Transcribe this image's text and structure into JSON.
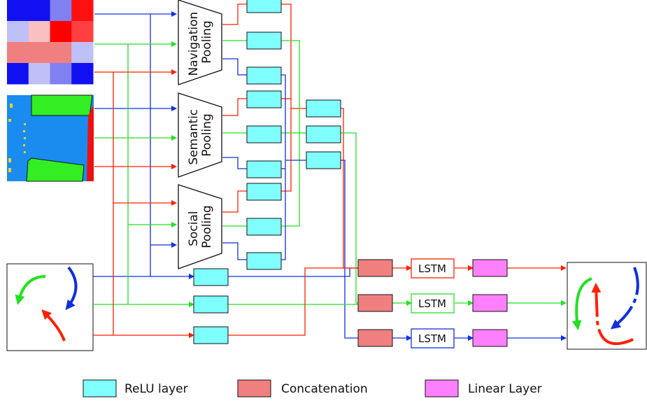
{
  "pooling": {
    "navigation": [
      "Navigation",
      "Pooling"
    ],
    "semantic": [
      "Semantic",
      "Pooling"
    ],
    "social": [
      "Social",
      "Pooling"
    ]
  },
  "lstm_label": "LSTM",
  "legend": {
    "relu": "ReLU layer",
    "concat": "Concatenation",
    "linear": "Linear Layer"
  },
  "colors": {
    "relu": "#80ffff",
    "concat": "#f08080",
    "linear": "#ff80ff",
    "red": "#ff2000",
    "green": "#22e022",
    "blue": "#1030e0"
  },
  "heatmap": {
    "cells": [
      [
        "#1010f0",
        "#1010f0",
        "#8080f0",
        "#ff1010"
      ],
      [
        "#c0c0f8",
        "#f8c0c0",
        "#ff0000",
        "#ff4040"
      ],
      [
        "#f08080",
        "#f08080",
        "#f08080",
        "#c0c0f8"
      ],
      [
        "#1010f0",
        "#c0c0f8",
        "#8080f0",
        "#1010f0"
      ]
    ]
  }
}
